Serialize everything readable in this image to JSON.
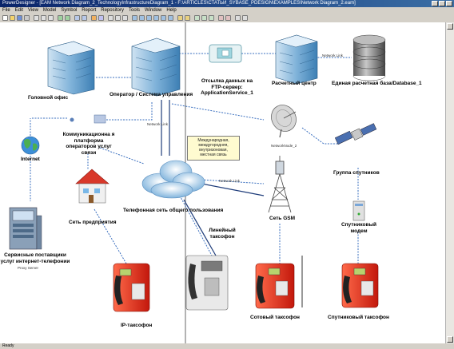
{
  "window": {
    "title": "PowerDesigner - [EAM Network Diagram_2_TechnologyInfrastructureDiagram_1 - F:\\ARTICLES\\СТАТЬИ_SYBASE_PDESIGN\\EXAMPLES\\Network Diagram_2.eam]"
  },
  "menu": [
    "File",
    "Edit",
    "View",
    "Model",
    "Symbol",
    "Report",
    "Repository",
    "Tools",
    "Window",
    "Help"
  ],
  "status": {
    "text": "Ready"
  },
  "diagram": {
    "head_office": "Головной офис",
    "operator": "Оператор / Система управления",
    "ftp_app": "Отсылка данных на FTP-сервер: ApplicationService_1",
    "calc_center": "Расчетный центр",
    "database": "Единая расчетная база/Database_1",
    "network_link_top": "Network Link",
    "internet": "Internet",
    "comm_platform": "Коммуникационна я платформа операторов услуг связи",
    "network_link_mid": "Network Link",
    "note": "Международная, междугородняя, внутризоновая, местная связь",
    "network_node": "NetworkNode_2",
    "satellite_group": "Группа спутников",
    "enterprise_net": "Сеть предприятия",
    "public_net": "Телефонная сеть общего пользования",
    "network_link_gsm": "Network Link",
    "gsm_net": "Сеть GSM",
    "satellite_modem": "Спутниковый модем",
    "providers": "Сервисные поставщики услуг интернет-телефонии",
    "proxy": "Proxy Server",
    "line_phone": "Линейный таксофон",
    "ip_phone": "IP-таксофон",
    "cell_phone": "Сотовый таксофон",
    "sat_phone": "Спутниковый таксофон"
  }
}
